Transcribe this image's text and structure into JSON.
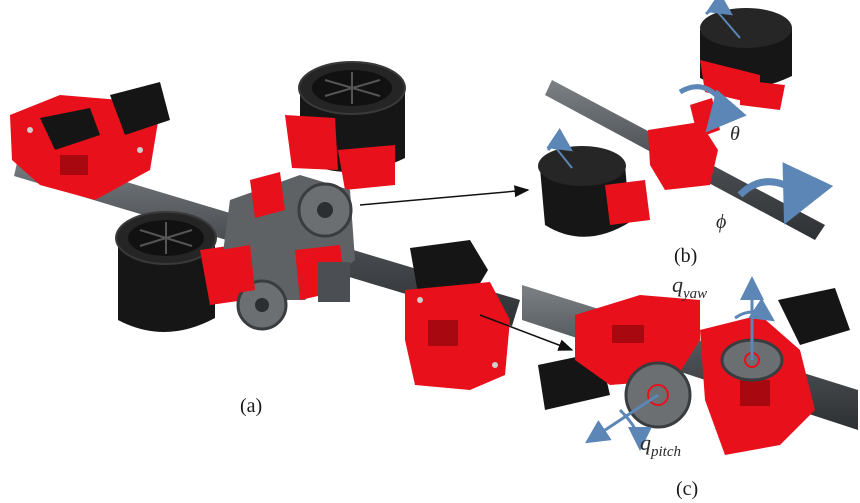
{
  "figure": {
    "panel_labels": {
      "a": "(a)",
      "b": "(b)",
      "c": "(c)"
    },
    "symbols": {
      "theta": "θ",
      "phi": "ϕ",
      "q_yaw_base": "q",
      "q_yaw_sub": "yaw",
      "q_pitch_base": "q",
      "q_pitch_sub": "pitch"
    },
    "colors": {
      "frame_red": "#e8101a",
      "dark_red": "#a8080f",
      "black_part": "#151515",
      "rod_gray": "#555a5e",
      "gear_gray": "#6b6f72",
      "arrow_blue": "#5b86b5"
    }
  }
}
